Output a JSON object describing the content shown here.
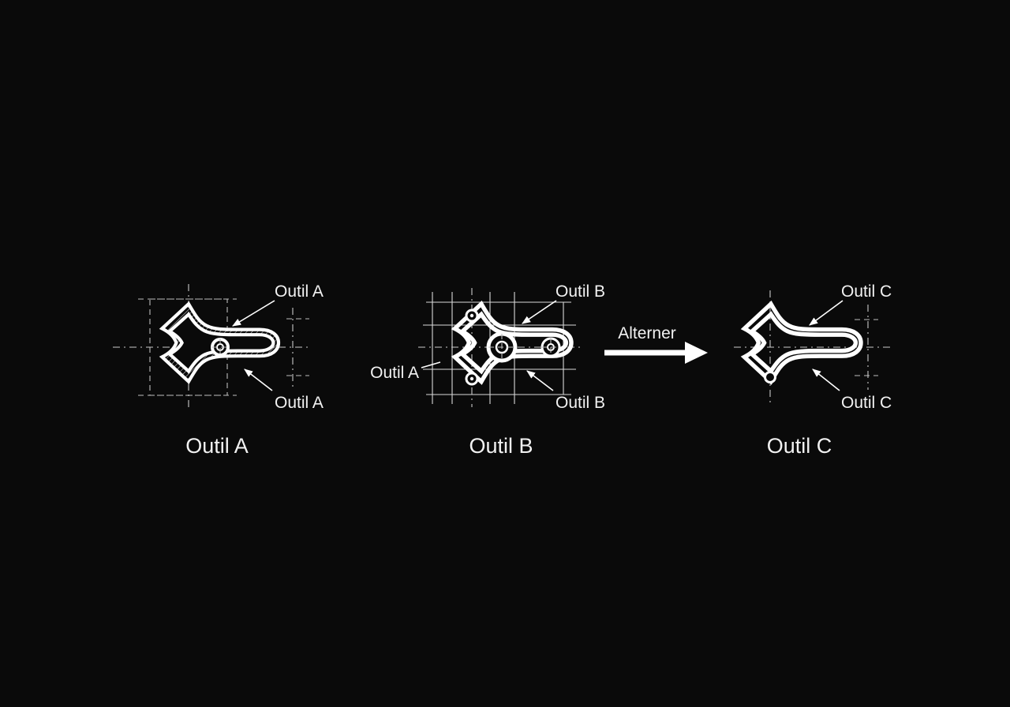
{
  "background_color": "#0a0a0a",
  "ink_color": "#ffffff",
  "construction_color": "#c9c9c9",
  "figures": [
    {
      "id": "figure-a",
      "caption": "Outil A",
      "style": "hatched-section",
      "annotations": [
        {
          "text": "Outil A",
          "position": "top-right"
        },
        {
          "text": "Outil A",
          "position": "bottom-right"
        }
      ]
    },
    {
      "id": "figure-b",
      "caption": "Outil B",
      "style": "grid-construction",
      "annotations": [
        {
          "text": "Outil B",
          "position": "top-right"
        },
        {
          "text": "Outil A",
          "position": "left"
        },
        {
          "text": "Outil B",
          "position": "bottom-right"
        }
      ]
    },
    {
      "id": "figure-c",
      "caption": "Outil C",
      "style": "clean-outline",
      "annotations": [
        {
          "text": "Outil C",
          "position": "top-right"
        },
        {
          "text": "Outil C",
          "position": "bottom-right"
        }
      ]
    }
  ],
  "operation": {
    "label": "Alterner",
    "arrow": "right-arrow"
  }
}
